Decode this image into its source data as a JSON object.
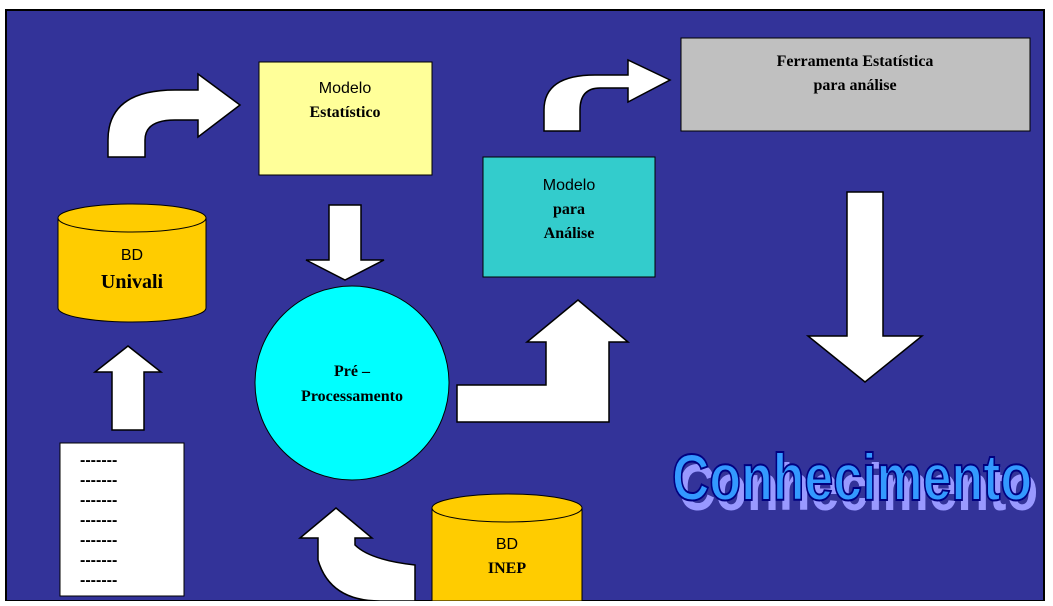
{
  "colors": {
    "background": "#333399",
    "arrow_fill": "#ffffff",
    "modelo_estatistico_fill": "#ffff99",
    "modelo_analise_fill": "#33cccc",
    "ferramenta_fill": "#c0c0c0",
    "preprocessamento_fill": "#00ffff",
    "database_fill": "#ffcc00",
    "conhecimento_fill": "#3399ff",
    "conhecimento_shadow": "#9999ff"
  },
  "nodes": {
    "modelo_estatistico": {
      "line1": "Modelo",
      "line2": "Estatístico"
    },
    "modelo_analise": {
      "line1": "Modelo",
      "line2": "para",
      "line3": "Análise"
    },
    "ferramenta": {
      "line1": "Ferramenta Estatística",
      "line2": "para análise"
    },
    "preprocessamento": {
      "line1": "Pré –",
      "line2": "Processamento"
    },
    "bd_univali": {
      "line1": "BD",
      "line2": "Univali"
    },
    "bd_inep": {
      "line1": "BD",
      "line2": "INEP"
    },
    "document": {
      "lines": [
        "-------",
        "-------",
        "-------",
        "-------",
        "-------",
        "-------",
        "-------"
      ]
    }
  },
  "result": {
    "label": "Conhecimento"
  }
}
